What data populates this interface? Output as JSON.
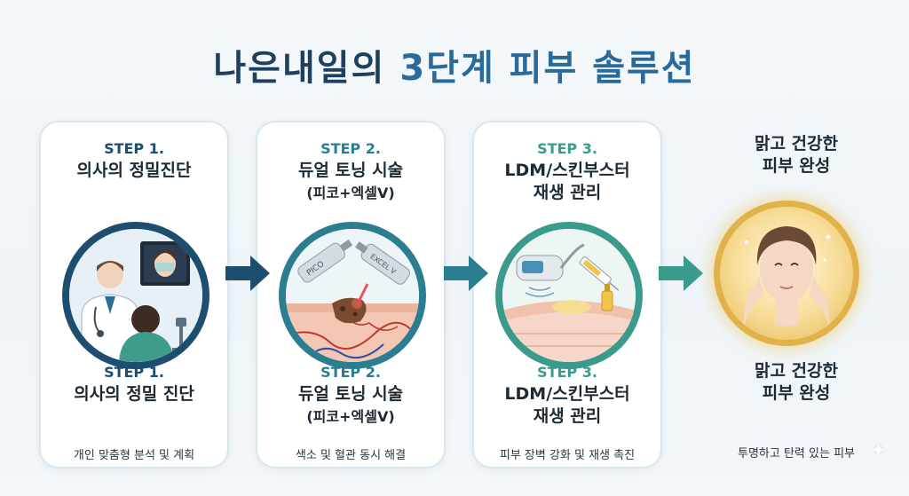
{
  "title": {
    "main": "나은내일의",
    "accent": "3단계 피부 솔루션"
  },
  "colors": {
    "step1": "#1d4d6f",
    "step2": "#2b7d90",
    "step3": "#3a9b8c",
    "gold": "#e2b24a",
    "title": "#1f3f5f"
  },
  "steps": [
    {
      "top_step": "STEP 1.",
      "top_heading_lines": [
        "의사의 정밀진단"
      ],
      "bottom_step": "STEP 1.",
      "bottom_heading_lines": [
        "의사의 정밀 진단"
      ],
      "description": "개인 맞춤형 분석 및 계획",
      "icon": "doctor-consultation-icon"
    },
    {
      "top_step": "STEP 2.",
      "top_heading_lines": [
        "듀얼 토닝 시술",
        "(피코+엑셀V)"
      ],
      "bottom_step": "STEP 2.",
      "bottom_heading_lines": [
        "듀얼 토닝 시술",
        "(피코+엑셀V)"
      ],
      "description": "색소 및 혈관 동시 해결",
      "icon": "laser-skin-icon",
      "device_labels": [
        "PICO",
        "EXCEL V"
      ]
    },
    {
      "top_step": "STEP 3.",
      "top_heading_lines": [
        "LDM/스킨부스터",
        "재생 관리"
      ],
      "bottom_step": "STEP 3.",
      "bottom_heading_lines": [
        "LDM/스킨부스터",
        "재생 관리"
      ],
      "description": "피부 장벽 강화 및 재생 촉진",
      "icon": "skin-regeneration-icon"
    }
  ],
  "final": {
    "top_heading_lines": [
      "맑고 건강한",
      "피부 완성"
    ],
    "bottom_heading_lines": [
      "맑고 건강한",
      "피부 완성"
    ],
    "description": "투명하고 탄력 있는 피부",
    "icon": "radiant-face-icon"
  }
}
